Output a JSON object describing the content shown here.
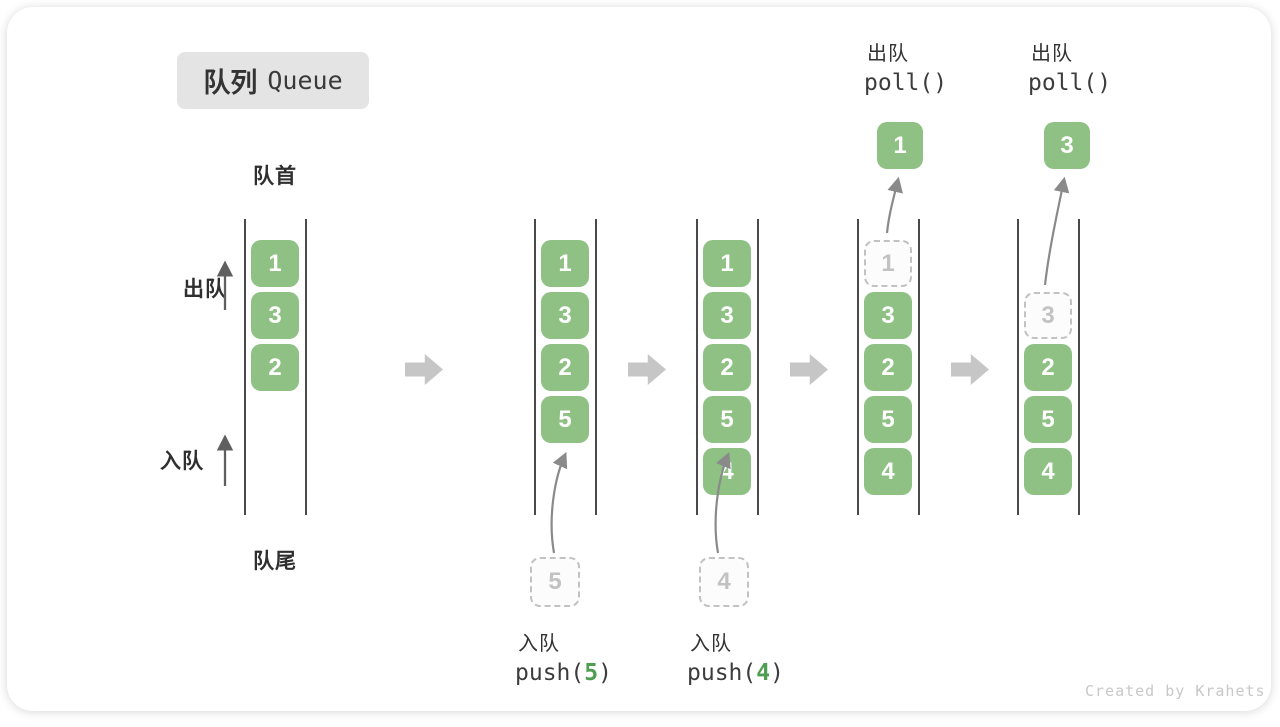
{
  "title": {
    "zh": "队列",
    "en": "Queue"
  },
  "side": {
    "front": "队首",
    "rear": "队尾",
    "dequeue": "出队",
    "enqueue": "入队"
  },
  "stages": [
    {
      "slots": [
        {
          "row": 0,
          "value": "1",
          "style": "solid"
        },
        {
          "row": 1,
          "value": "3",
          "style": "solid"
        },
        {
          "row": 2,
          "value": "2",
          "style": "solid"
        }
      ]
    },
    {
      "slots": [
        {
          "row": 0,
          "value": "1",
          "style": "solid"
        },
        {
          "row": 1,
          "value": "3",
          "style": "solid"
        },
        {
          "row": 2,
          "value": "2",
          "style": "solid"
        },
        {
          "row": 3,
          "value": "5",
          "style": "solid"
        }
      ],
      "incoming": {
        "value": "5"
      },
      "op": {
        "label": "入队",
        "code_pre": "push(",
        "code_arg": "5",
        "code_post": ")"
      }
    },
    {
      "slots": [
        {
          "row": 0,
          "value": "1",
          "style": "solid"
        },
        {
          "row": 1,
          "value": "3",
          "style": "solid"
        },
        {
          "row": 2,
          "value": "2",
          "style": "solid"
        },
        {
          "row": 3,
          "value": "5",
          "style": "solid"
        },
        {
          "row": 4,
          "value": "4",
          "style": "solid"
        }
      ],
      "incoming": {
        "value": "4"
      },
      "op": {
        "label": "入队",
        "code_pre": "push(",
        "code_arg": "4",
        "code_post": ")"
      }
    },
    {
      "slots": [
        {
          "row": 0,
          "value": "1",
          "style": "dashed"
        },
        {
          "row": 1,
          "value": "3",
          "style": "solid"
        },
        {
          "row": 2,
          "value": "2",
          "style": "solid"
        },
        {
          "row": 3,
          "value": "5",
          "style": "solid"
        },
        {
          "row": 4,
          "value": "4",
          "style": "solid"
        }
      ],
      "outgoing": {
        "value": "1"
      },
      "op": {
        "label": "出队",
        "code": "poll()"
      }
    },
    {
      "slots": [
        {
          "row": 1,
          "value": "3",
          "style": "dashed"
        },
        {
          "row": 2,
          "value": "2",
          "style": "solid"
        },
        {
          "row": 3,
          "value": "5",
          "style": "solid"
        },
        {
          "row": 4,
          "value": "4",
          "style": "solid"
        }
      ],
      "outgoing": {
        "value": "3"
      },
      "op": {
        "label": "出队",
        "code": "poll()"
      }
    }
  ],
  "watermark": "Created by Krahets",
  "colors": {
    "box_green": "#8ec183",
    "code_green": "#4d9e50",
    "block_arrow": "#c6c6c6",
    "badge_bg": "#e4e4e4"
  }
}
